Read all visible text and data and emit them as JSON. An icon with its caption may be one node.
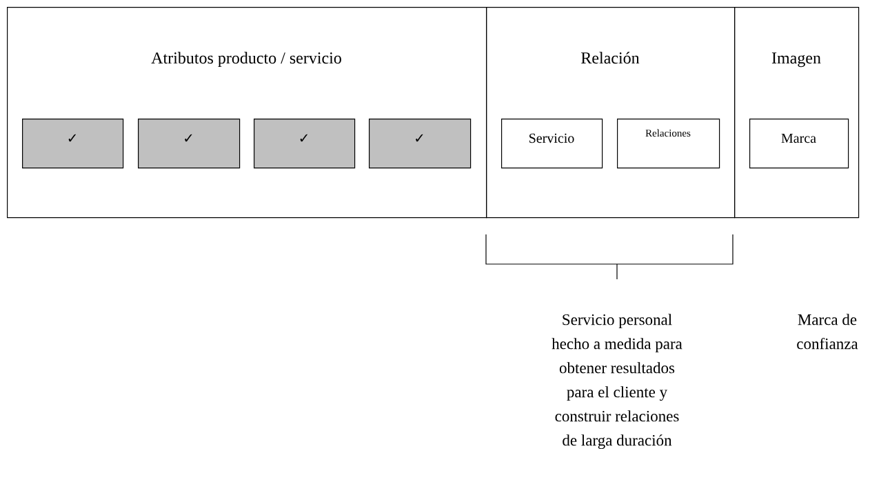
{
  "diagram": {
    "nodes": [
      {
        "text": [
          "Atributos producto / servicio"
        ]
      },
      {
        "text": [
          "✓"
        ],
        "in": 0
      },
      {
        "text": [
          "✓"
        ],
        "in": 0
      },
      {
        "text": [
          "✓"
        ],
        "in": 0
      },
      {
        "text": [
          "✓"
        ],
        "in": 0
      },
      {
        "text": [
          "Relación"
        ]
      },
      {
        "text": [
          "Servicio"
        ],
        "in": 5
      },
      {
        "text": [
          "Relaciones"
        ],
        "in": 5
      },
      {
        "text": [
          "Imagen"
        ]
      },
      {
        "text": [
          "Marca"
        ],
        "in": 8
      }
    ],
    "edges": [],
    "labels": [
      "Servicio personal hecho a medida para obtener resultados para el cliente y construir relaciones de larga duración",
      "Marca de confianza"
    ]
  }
}
